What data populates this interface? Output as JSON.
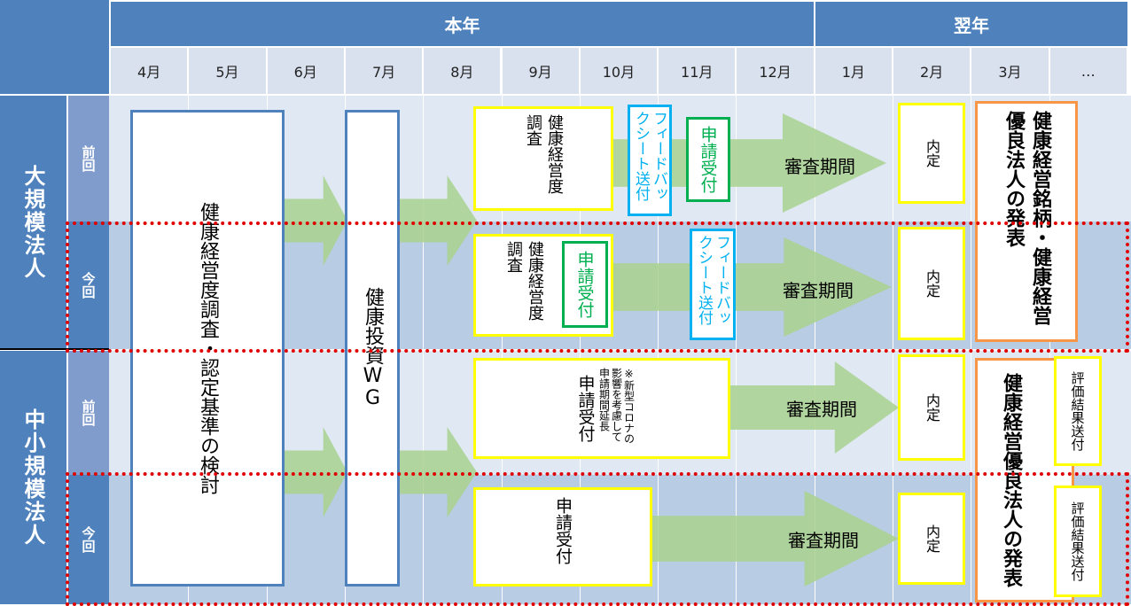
{
  "header": {
    "this_year": "本年",
    "next_year": "翌年",
    "months": [
      "4月",
      "5月",
      "6月",
      "7月",
      "8月",
      "9月",
      "10月",
      "11月",
      "12月",
      "1月",
      "2月",
      "3月",
      "…"
    ]
  },
  "categories": {
    "large": "大規模法人",
    "sme": "中小規模法人"
  },
  "rows": {
    "previous": "前回",
    "current": "今回"
  },
  "boxes": {
    "survey_review": "健康経営度調査・認定基準の検討",
    "investment_wg": "健康投資WG",
    "survey_large_prev": "健康経営度調査",
    "feedback_prev": "フィードバックシート送付",
    "apply_large_prev": "申請受付",
    "survey_large_cur": "健康経営度調査",
    "apply_large_cur": "申請受付",
    "feedback_cur": "フィードバックシート送付",
    "apply_sme_prev": "申請受付",
    "apply_sme_prev_note": "※新型コロナの影響を考慮して申請期間延長",
    "apply_sme_cur": "申請受付",
    "naitei": "内定",
    "announce_large": "健康経営銘柄・健康経営優良法人の発表",
    "announce_sme": "健康経営優良法人の発表",
    "eval_send": "評価結果送付"
  },
  "review_period": "審査期間",
  "colors": {
    "header_blue": "#4f81bd",
    "month_band": "#d9e1ef",
    "row_prev": "#dfe8f3",
    "row_cur": "#b8cce4",
    "arrow_green": "#a9d18e",
    "yellow_border": "#ffff00",
    "cyan_border": "#00b0f0",
    "green_border": "#00b050",
    "orange_border": "#f79646",
    "dotted_red": "#e00000"
  }
}
